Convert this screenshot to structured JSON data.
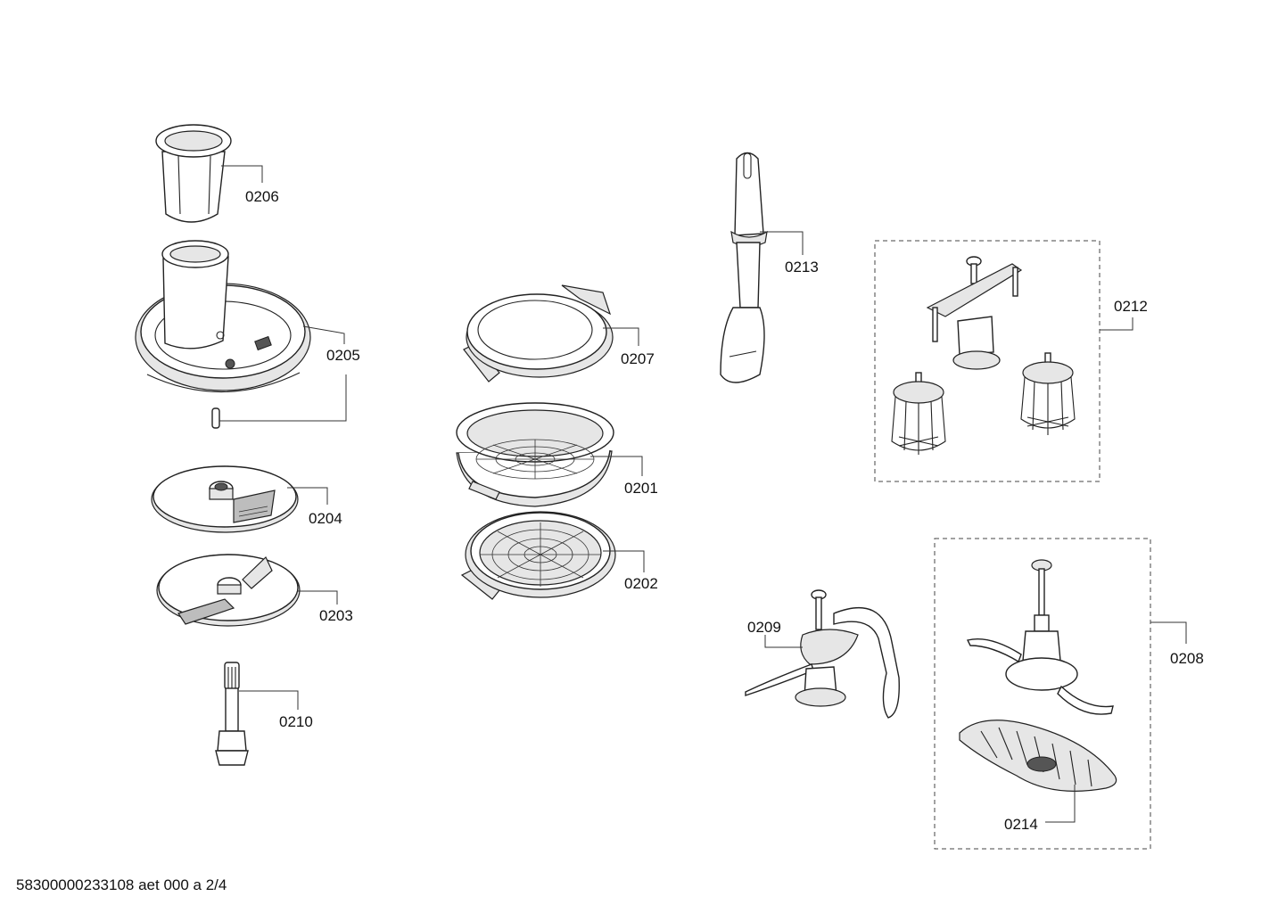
{
  "parts": [
    {
      "id": "feed-tube-pusher",
      "number": "0206"
    },
    {
      "id": "lid-with-feed-tube",
      "number": "0205"
    },
    {
      "id": "slicing-disc",
      "number": "0204"
    },
    {
      "id": "shredding-disc",
      "number": "0203"
    },
    {
      "id": "drive-shaft",
      "number": "0210"
    },
    {
      "id": "steamer-lid",
      "number": "0207"
    },
    {
      "id": "steamer-basket-deep",
      "number": "0201"
    },
    {
      "id": "steamer-basket-flat",
      "number": "0202"
    },
    {
      "id": "spatula",
      "number": "0213"
    },
    {
      "id": "whisk-set",
      "number": "0212"
    },
    {
      "id": "kneading-hook",
      "number": "0209"
    },
    {
      "id": "blade-set",
      "number": "0208"
    },
    {
      "id": "blade-disc",
      "number": "0214"
    }
  ],
  "footer": {
    "text": "58300000233108 aet 000 a 2/4"
  }
}
